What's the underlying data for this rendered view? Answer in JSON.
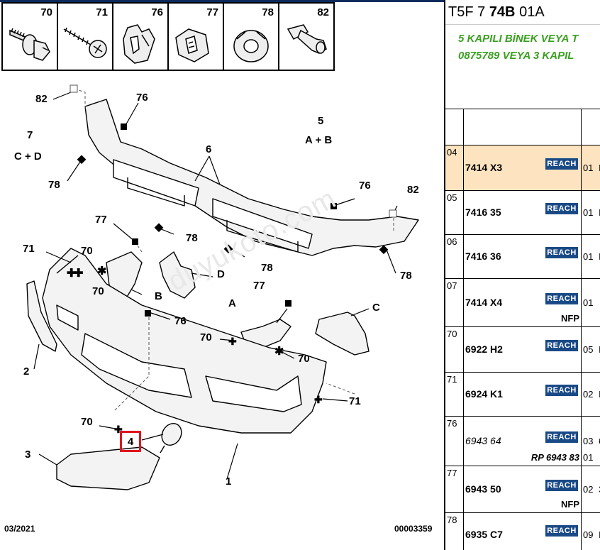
{
  "header": {
    "prefix": "T5F 7",
    "bold": "74B",
    "suffix": "01A"
  },
  "description": {
    "line1": "5 KAPILI BİNEK VEYA T",
    "line2": "0875789 VEYA 3 KAPIL"
  },
  "icons": [
    {
      "num": "70",
      "icon": "bolt-washer-icon"
    },
    {
      "num": "71",
      "icon": "screw-icon"
    },
    {
      "num": "76",
      "icon": "clip-icon"
    },
    {
      "num": "77",
      "icon": "clip-fastener-icon"
    },
    {
      "num": "78",
      "icon": "nut-icon"
    },
    {
      "num": "82",
      "icon": "push-pin-icon"
    }
  ],
  "diagram_labels": {
    "l82a": "82",
    "l76a": "76",
    "l7": "7",
    "l7cd": "C + D",
    "l78a": "78",
    "l5": "5",
    "l5ab": "A + B",
    "l6": "6",
    "l76b": "76",
    "l82b": "82",
    "l77a": "77",
    "l78b": "78",
    "l71a": "71",
    "l70a": "70",
    "l70b": "70",
    "l78c": "78",
    "l78d": "78",
    "lD": "D",
    "lB": "B",
    "l77b": "77",
    "lA": "A",
    "lC": "C",
    "l76c": "76",
    "l70c": "70",
    "l70d": "70",
    "l2": "2",
    "l71b": "71",
    "l70e": "70",
    "l3": "3",
    "l1": "1",
    "l4": "4"
  },
  "watermark": "duyukoto.com",
  "footer": {
    "date": "03/2021",
    "code": "00003359"
  },
  "rows": [
    {
      "idx": "04",
      "ref": "7414 X3",
      "italic": false,
      "reach": "REACH",
      "qty": "01",
      "qty2": "",
      "note": "",
      "selected": true,
      "trail": "I"
    },
    {
      "idx": "05",
      "ref": "7416 35",
      "italic": false,
      "reach": "REACH",
      "qty": "01",
      "qty2": "",
      "note": "",
      "selected": false,
      "trail": "I"
    },
    {
      "idx": "06",
      "ref": "7416 36",
      "italic": false,
      "reach": "REACH",
      "qty": "01",
      "qty2": "",
      "note": "",
      "selected": false,
      "trail": "I"
    },
    {
      "idx": "07",
      "ref": "7414 X4",
      "italic": false,
      "reach": "REACH",
      "qty": "01",
      "qty2": "",
      "note": "NFP",
      "selected": false,
      "trail": ""
    },
    {
      "idx": "70",
      "ref": "6922 H2",
      "italic": false,
      "reach": "REACH",
      "qty": "05",
      "qty2": "",
      "note": "",
      "selected": false,
      "trail": "I"
    },
    {
      "idx": "71",
      "ref": "6924 K1",
      "italic": false,
      "reach": "REACH",
      "qty": "02",
      "qty2": "",
      "note": "",
      "selected": false,
      "trail": "I"
    },
    {
      "idx": "76",
      "ref": "6943 64",
      "italic": true,
      "reach": "REACH",
      "qty": "03",
      "qty2": "01",
      "note": "RP 6943 83",
      "selected": false,
      "trail": "6"
    },
    {
      "idx": "77",
      "ref": "6943 50",
      "italic": false,
      "reach": "REACH",
      "qty": "02",
      "qty2": "",
      "note": "NFP",
      "selected": false,
      "trail": "3"
    },
    {
      "idx": "78",
      "ref": "6935 C7",
      "italic": false,
      "reach": "REACH",
      "qty": "09",
      "qty2": "",
      "note": "",
      "selected": false,
      "trail": "I"
    }
  ]
}
